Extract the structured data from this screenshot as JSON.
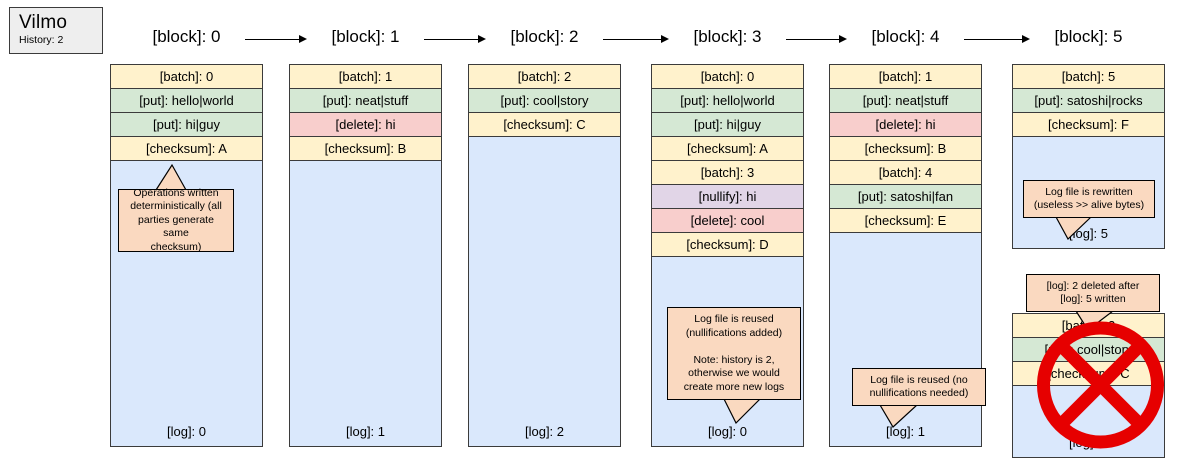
{
  "legend": {
    "title": "Vilmo",
    "history_label": "History: 2"
  },
  "diagram": {
    "type": "block-log-sequence",
    "colors": {
      "batch": "#fff2cc",
      "checksum": "#fff2cc",
      "put": "#d5e8d4",
      "delete": "#f8cecc",
      "nullify": "#e1d5e7",
      "log": "#dae8fc",
      "callout": "#fad9c0",
      "crossout": "#e60000",
      "legend_bg": "#eeeeee",
      "stroke": "#3b3b3b"
    },
    "blocks": [
      {
        "header": "[block]: 0",
        "cards": [
          {
            "rows": [
              {
                "kind": "batch",
                "text": "[batch]: 0"
              },
              {
                "kind": "put",
                "text": "[put]: hello|world"
              },
              {
                "kind": "put",
                "text": "[put]: hi|guy"
              },
              {
                "kind": "checksum",
                "text": "[checksum]: A"
              }
            ],
            "log_label": "[log]: 0",
            "callout": "Operations written\ndeterministically (all\nparties generate same\nchecksum)"
          }
        ]
      },
      {
        "header": "[block]: 1",
        "cards": [
          {
            "rows": [
              {
                "kind": "batch",
                "text": "[batch]: 1"
              },
              {
                "kind": "put",
                "text": "[put]: neat|stuff"
              },
              {
                "kind": "delete",
                "text": "[delete]: hi"
              },
              {
                "kind": "checksum",
                "text": "[checksum]: B"
              }
            ],
            "log_label": "[log]: 1",
            "callout": null
          }
        ]
      },
      {
        "header": "[block]: 2",
        "cards": [
          {
            "rows": [
              {
                "kind": "batch",
                "text": "[batch]: 2"
              },
              {
                "kind": "put",
                "text": "[put]: cool|story"
              },
              {
                "kind": "checksum",
                "text": "[checksum]: C"
              }
            ],
            "log_label": "[log]: 2",
            "callout": null
          }
        ]
      },
      {
        "header": "[block]: 3",
        "cards": [
          {
            "rows": [
              {
                "kind": "batch",
                "text": "[batch]: 0"
              },
              {
                "kind": "put",
                "text": "[put]: hello|world"
              },
              {
                "kind": "put",
                "text": "[put]: hi|guy"
              },
              {
                "kind": "checksum",
                "text": "[checksum]: A"
              },
              {
                "kind": "batch",
                "text": "[batch]: 3"
              },
              {
                "kind": "nullify",
                "text": "[nullify]: hi"
              },
              {
                "kind": "delete",
                "text": "[delete]: cool"
              },
              {
                "kind": "checksum",
                "text": "[checksum]: D"
              }
            ],
            "log_label": "[log]: 0",
            "callout": "Log file is reused\n(nullifications added)\n\nNote: history is 2,\notherwise we would\ncreate more new logs"
          }
        ]
      },
      {
        "header": "[block]: 4",
        "cards": [
          {
            "rows": [
              {
                "kind": "batch",
                "text": "[batch]: 1"
              },
              {
                "kind": "put",
                "text": "[put]: neat|stuff"
              },
              {
                "kind": "delete",
                "text": "[delete]: hi"
              },
              {
                "kind": "checksum",
                "text": "[checksum]: B"
              },
              {
                "kind": "batch",
                "text": "[batch]: 4"
              },
              {
                "kind": "put",
                "text": "[put]: satoshi|fan"
              },
              {
                "kind": "checksum",
                "text": "[checksum]: E"
              }
            ],
            "log_label": "[log]: 1",
            "callout": "Log file is reused (no\nnullifications needed)"
          }
        ]
      },
      {
        "header": "[block]: 5",
        "cards": [
          {
            "rows": [
              {
                "kind": "batch",
                "text": "[batch]: 5"
              },
              {
                "kind": "put",
                "text": "[put]: satoshi|rocks"
              },
              {
                "kind": "checksum",
                "text": "[checksum]: F"
              }
            ],
            "log_label": "[log]: 5",
            "callout": "Log file is rewritten\n(useless >> alive bytes)"
          },
          {
            "rows": [
              {
                "kind": "batch",
                "text": "[batch]: 2"
              },
              {
                "kind": "put",
                "text": "[put]: cool|story"
              },
              {
                "kind": "checksum",
                "text": "[checksum]: C"
              }
            ],
            "log_label": "[log]: 2",
            "callout": "[log]: 2 deleted after\n[log]: 5 written",
            "crossed_out": true
          }
        ]
      }
    ]
  }
}
